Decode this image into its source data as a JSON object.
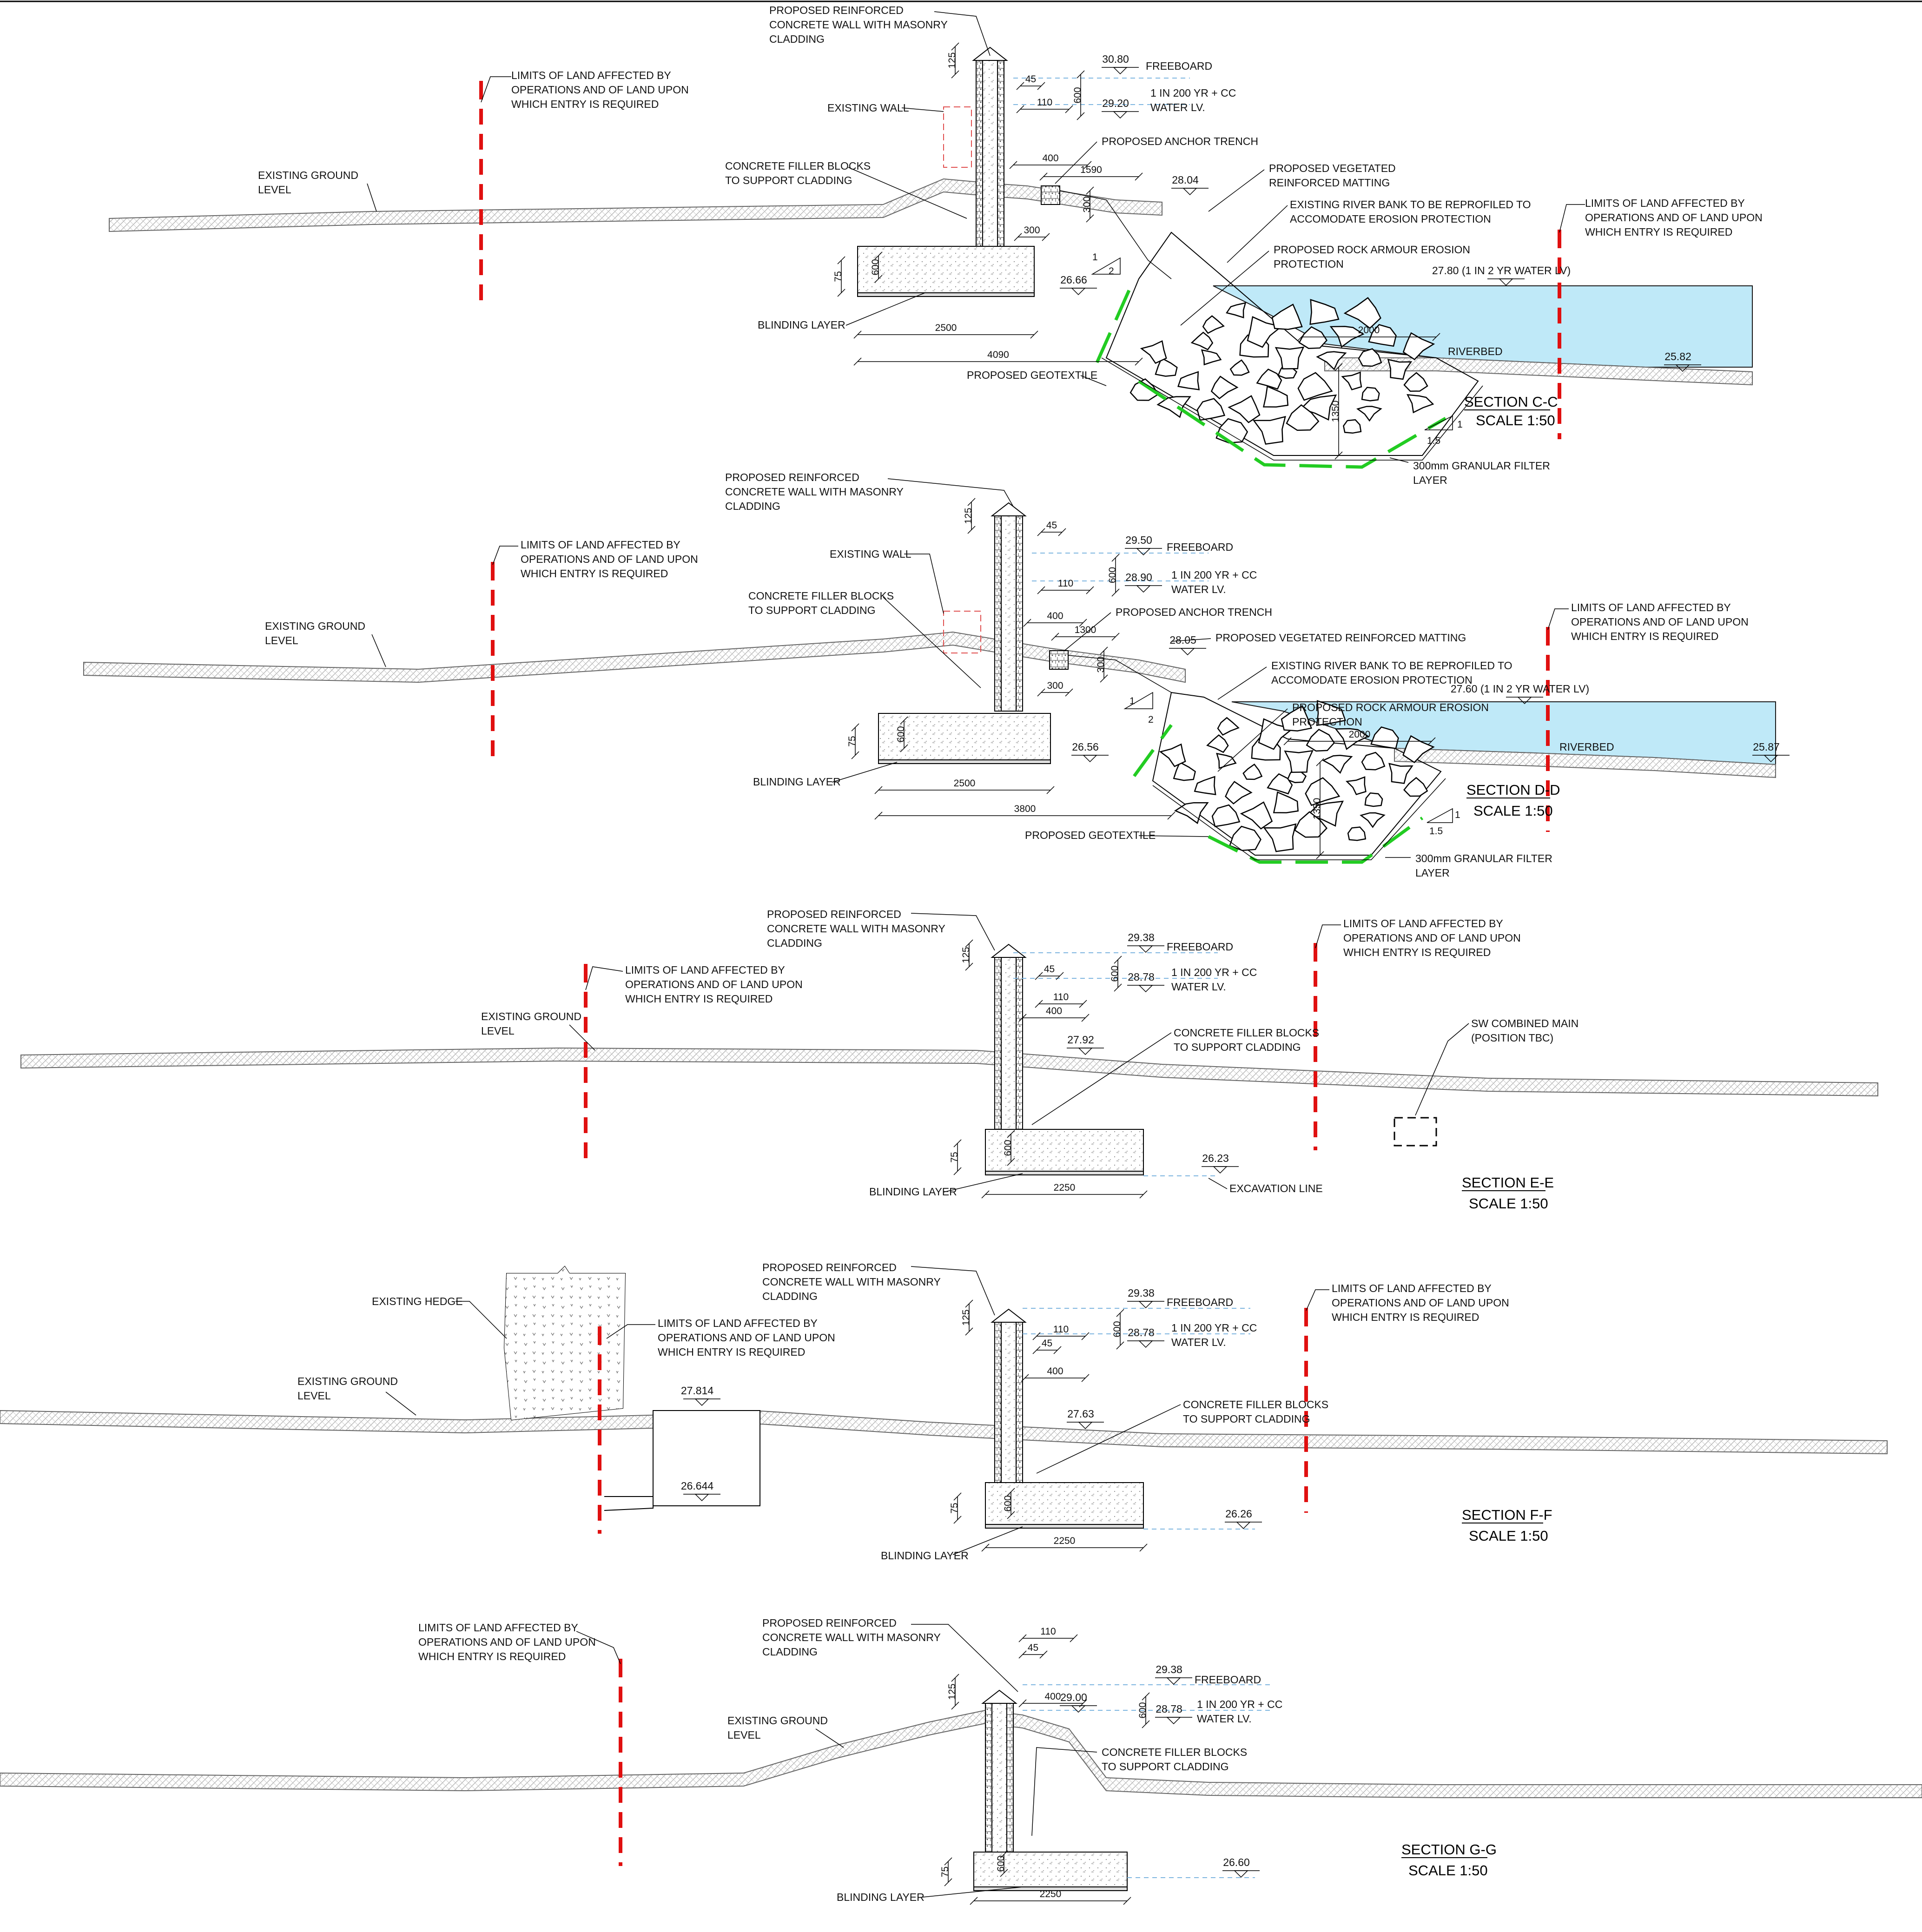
{
  "sections": [
    {
      "id": "cc",
      "title": "SECTION C-C",
      "scale": "SCALE 1:50",
      "labels": {
        "wall": "PROPOSED REINFORCED\nCONCRETE WALL WITH MASONRY\nCLADDING",
        "limits_left": "LIMITS OF LAND AFFECTED BY\nOPERATIONS AND OF LAND UPON\nWHICH ENTRY IS REQUIRED",
        "limits_right": "LIMITS OF LAND AFFECTED BY\nOPERATIONS AND OF LAND UPON\nWHICH ENTRY IS REQUIRED",
        "existing_wall": "EXISTING WALL",
        "ground": "EXISTING GROUND\nLEVEL",
        "filler": "CONCRETE FILLER BLOCKS\nTO SUPPORT CLADDING",
        "anchor": "PROPOSED ANCHOR TRENCH",
        "matting": "PROPOSED VEGETATED\nREINFORCED MATTING",
        "reprofile": "EXISTING RIVER BANK TO BE REPROFILED TO\nACCOMODATE EROSION PROTECTION",
        "rock": "PROPOSED ROCK ARMOUR EROSION\nPROTECTION",
        "blinding": "BLINDING LAYER",
        "geotextile": "PROPOSED GEOTEXTILE",
        "filter": "300mm GRANULAR FILTER\nLAYER",
        "riverbed": "RIVERBED",
        "freeboard": "FREEBOARD",
        "flood": "1 IN 200 YR + CC\nWATER LV."
      },
      "levels": {
        "freeboard": "30.80",
        "flood": "29.20",
        "bank": "28.04",
        "found": "26.66",
        "water": "27.80 (1 IN 2 YR WATER LV)",
        "bed": "25.82"
      },
      "dims": {
        "d125": "125",
        "d45": "45",
        "d110": "110",
        "d600": "600",
        "d400": "400",
        "d1590": "1590",
        "d300a": "300",
        "d300b": "300",
        "d75": "75",
        "d600f": "600",
        "d2500": "2500",
        "d4090": "4090",
        "d2000": "2000",
        "d1350": "1350",
        "slope1": "1",
        "slope2": "2",
        "slope3": "1",
        "slope4": "1.5"
      }
    },
    {
      "id": "dd",
      "title": "SECTION D-D",
      "scale": "SCALE 1:50",
      "labels": {
        "wall": "PROPOSED REINFORCED\nCONCRETE WALL WITH MASONRY\nCLADDING",
        "limits_left": "LIMITS OF LAND AFFECTED BY\nOPERATIONS AND OF LAND UPON\nWHICH ENTRY IS REQUIRED",
        "limits_right": "LIMITS OF LAND AFFECTED BY\nOPERATIONS AND OF LAND UPON\nWHICH ENTRY IS REQUIRED",
        "existing_wall": "EXISTING WALL",
        "ground": "EXISTING GROUND\nLEVEL",
        "filler": "CONCRETE FILLER BLOCKS\nTO SUPPORT CLADDING",
        "anchor": "PROPOSED ANCHOR TRENCH",
        "matting": "PROPOSED VEGETATED REINFORCED MATTING",
        "reprofile": "EXISTING RIVER BANK TO BE REPROFILED TO\nACCOMODATE EROSION PROTECTION",
        "rock": "PROPOSED ROCK ARMOUR EROSION\nPROTECTION",
        "blinding": "BLINDING LAYER",
        "geotextile": "PROPOSED GEOTEXTILE",
        "filter": "300mm GRANULAR FILTER\nLAYER",
        "riverbed": "RIVERBED",
        "freeboard": "FREEBOARD",
        "flood": "1 IN 200 YR + CC\nWATER LV."
      },
      "levels": {
        "freeboard": "29.50",
        "flood": "28.90",
        "bank": "28.05",
        "found": "26.56",
        "water": "27.60 (1 IN 2 YR WATER LV)",
        "bed": "25.87"
      },
      "dims": {
        "d125": "125",
        "d45": "45",
        "d110": "110",
        "d600": "600",
        "d400": "400",
        "d1300": "1300",
        "d300a": "300",
        "d300b": "300",
        "d75": "75",
        "d600f": "600",
        "d2500": "2500",
        "d3800": "3800",
        "d2000": "2000",
        "d1350": "1350",
        "slope1": "1",
        "slope2": "2",
        "slope3": "1",
        "slope4": "1.5"
      }
    },
    {
      "id": "ee",
      "title": "SECTION E-E",
      "scale": "SCALE 1:50",
      "labels": {
        "wall": "PROPOSED REINFORCED\nCONCRETE WALL WITH MASONRY\nCLADDING",
        "limits_left": "LIMITS OF LAND AFFECTED BY\nOPERATIONS AND OF LAND UPON\nWHICH ENTRY IS REQUIRED",
        "limits_right": "LIMITS OF LAND AFFECTED BY\nOPERATIONS AND OF LAND UPON\nWHICH ENTRY IS REQUIRED",
        "ground": "EXISTING GROUND\nLEVEL",
        "filler": "CONCRETE FILLER BLOCKS\nTO SUPPORT CLADDING",
        "sw": "SW COMBINED MAIN\n(POSITION TBC)",
        "blinding": "BLINDING LAYER",
        "excavation": "EXCAVATION LINE",
        "freeboard": "FREEBOARD",
        "flood": "1 IN 200 YR + CC\nWATER LV."
      },
      "levels": {
        "freeboard": "29.38",
        "flood": "28.78",
        "ground": "27.92",
        "found": "26.23"
      },
      "dims": {
        "d125": "125",
        "d45": "45",
        "d110": "110",
        "d600": "600",
        "d400": "400",
        "d75": "75",
        "d600f": "600",
        "d2250": "2250"
      }
    },
    {
      "id": "ff",
      "title": "SECTION F-F",
      "scale": "SCALE 1:50",
      "labels": {
        "wall": "PROPOSED REINFORCED\nCONCRETE WALL WITH MASONRY\nCLADDING",
        "limits_left": "LIMITS OF LAND AFFECTED BY\nOPERATIONS AND OF LAND UPON\nWHICH ENTRY IS REQUIRED",
        "limits_right": "LIMITS OF LAND AFFECTED BY\nOPERATIONS AND OF LAND UPON\nWHICH ENTRY IS REQUIRED",
        "hedge": "EXISTING HEDGE",
        "ground": "EXISTING GROUND\nLEVEL",
        "filler": "CONCRETE FILLER BLOCKS\nTO SUPPORT CLADDING",
        "blinding": "BLINDING LAYER",
        "freeboard": "FREEBOARD",
        "flood": "1 IN 200 YR + CC\nWATER LV."
      },
      "levels": {
        "freeboard": "29.38",
        "flood": "28.78",
        "ground": "27.63",
        "found": "26.26",
        "chamber_top": "27.814",
        "chamber_bot": "26.644"
      },
      "dims": {
        "d125": "125",
        "d110": "110",
        "d45": "45",
        "d600": "600",
        "d400": "400",
        "d75": "75",
        "d600f": "600",
        "d2250": "2250"
      }
    },
    {
      "id": "gg",
      "title": "SECTION G-G",
      "scale": "SCALE 1:50",
      "labels": {
        "wall": "PROPOSED REINFORCED\nCONCRETE WALL WITH MASONRY\nCLADDING",
        "limits_left": "LIMITS OF LAND AFFECTED BY\nOPERATIONS AND OF LAND UPON\nWHICH ENTRY IS REQUIRED",
        "ground": "EXISTING GROUND\nLEVEL",
        "filler": "CONCRETE FILLER BLOCKS\nTO SUPPORT CLADDING",
        "blinding": "BLINDING LAYER",
        "freeboard": "FREEBOARD",
        "flood": "1 IN 200 YR + CC\nWATER LV."
      },
      "levels": {
        "freeboard": "29.38",
        "flood": "28.78",
        "ground": "29.00",
        "found": "26.60"
      },
      "dims": {
        "d110": "110",
        "d45": "45",
        "d125": "125",
        "d400": "400",
        "d600": "600",
        "d75": "75",
        "d600f": "600",
        "d2250": "2250"
      }
    }
  ]
}
